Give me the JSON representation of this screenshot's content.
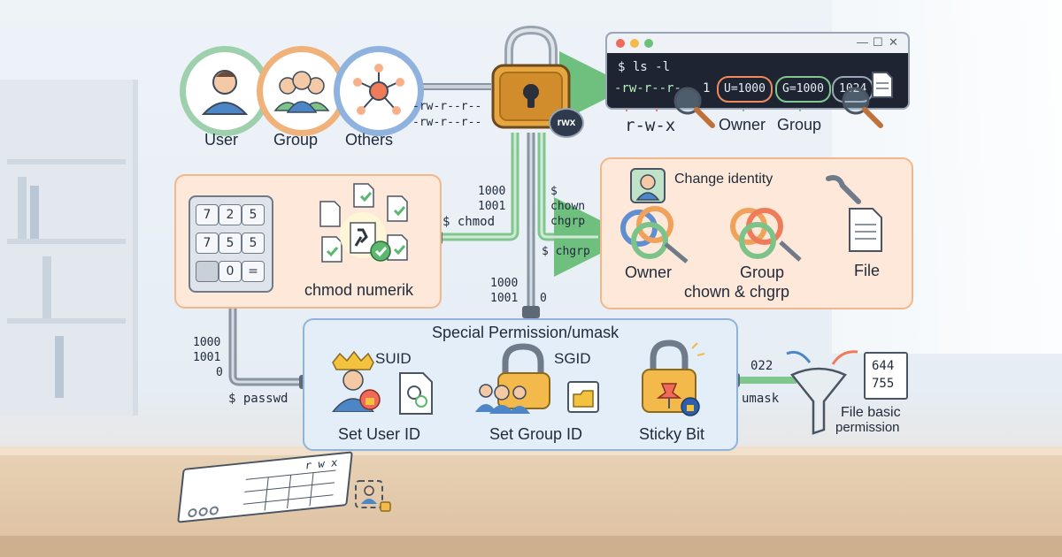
{
  "entities": {
    "user": "User",
    "group": "Group",
    "others": "Others"
  },
  "perm_strings": [
    "-rw-r--r--",
    "-rw-r--r--"
  ],
  "lock_badge": "rwx",
  "terminal": {
    "command": "$ ls -l",
    "perms": "-rw-r--r--",
    "links": "1",
    "owner_uid": "U=1000",
    "group_gid": "G=1000",
    "size": "1024",
    "legend_bits": "r-w-x",
    "legend_owner": "Owner",
    "legend_group": "Group"
  },
  "chmod_panel": {
    "title": "chmod numerik",
    "keys": [
      "7",
      "2",
      "5",
      "7",
      "5",
      "5",
      "",
      "0",
      "="
    ],
    "cmd_ids": [
      "1000",
      "1001"
    ],
    "cmd": "$ chmod"
  },
  "chown_panel": {
    "title": "Change identity",
    "owner": "Owner",
    "group": "Group",
    "subtitle": "chown & chgrp",
    "file": "File",
    "cmd_dollar": "$",
    "cmd_chown": "chown",
    "cmd_chgrp_1": "chgrp",
    "cmd_chgrp_2": "$ chgrp"
  },
  "center_ids": [
    "1000",
    "1001",
    "0"
  ],
  "left_ids": [
    "1000",
    "1001",
    "0"
  ],
  "left_cmd": "$ passwd",
  "special_panel": {
    "title": "Special Permission/umask",
    "suid": "SUID",
    "set_user_id": "Set User ID",
    "sgid": "SGID",
    "set_group_id": "Set Group ID",
    "sticky": "Sticky Bit"
  },
  "umask": {
    "value": "022",
    "label": "umask",
    "file_values": [
      "644",
      "755"
    ],
    "caption_1": "File basic",
    "caption_2": "permission"
  },
  "notebook_header": "r w x",
  "colors": {
    "orange_ring": "#f0a25a",
    "green_ring": "#7cc38a",
    "blue_ring": "#5f8fd0",
    "panel_peach": "#fde8d9",
    "panel_blue": "#e3eef9",
    "wire_green": "#7fc78e",
    "lock_gold": "#e7a640"
  }
}
